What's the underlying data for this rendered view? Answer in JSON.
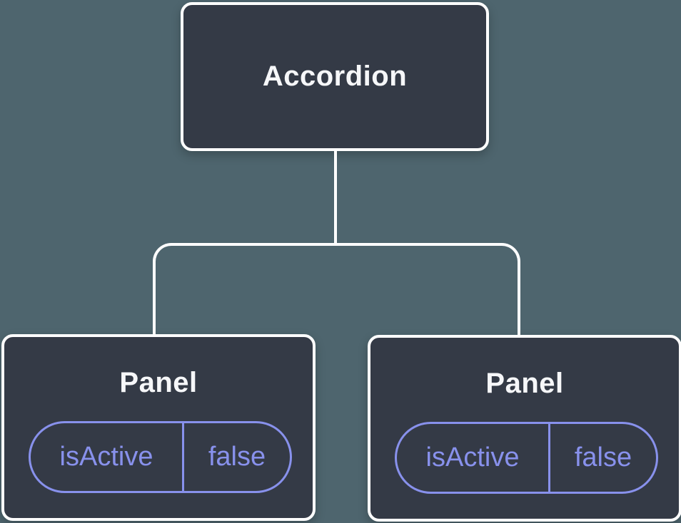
{
  "diagram": {
    "type": "component-tree",
    "root": {
      "label": "Accordion"
    },
    "panels": [
      {
        "label": "Panel",
        "state": {
          "name": "isActive",
          "value": "false"
        }
      },
      {
        "label": "Panel",
        "state": {
          "name": "isActive",
          "value": "false"
        }
      }
    ],
    "colors": {
      "background": "#4e656e",
      "node_fill": "#343a46",
      "node_border": "#ffffff",
      "node_text": "#f6f7f9",
      "connector": "#ffffff",
      "state_accent": "#8891ec"
    }
  }
}
